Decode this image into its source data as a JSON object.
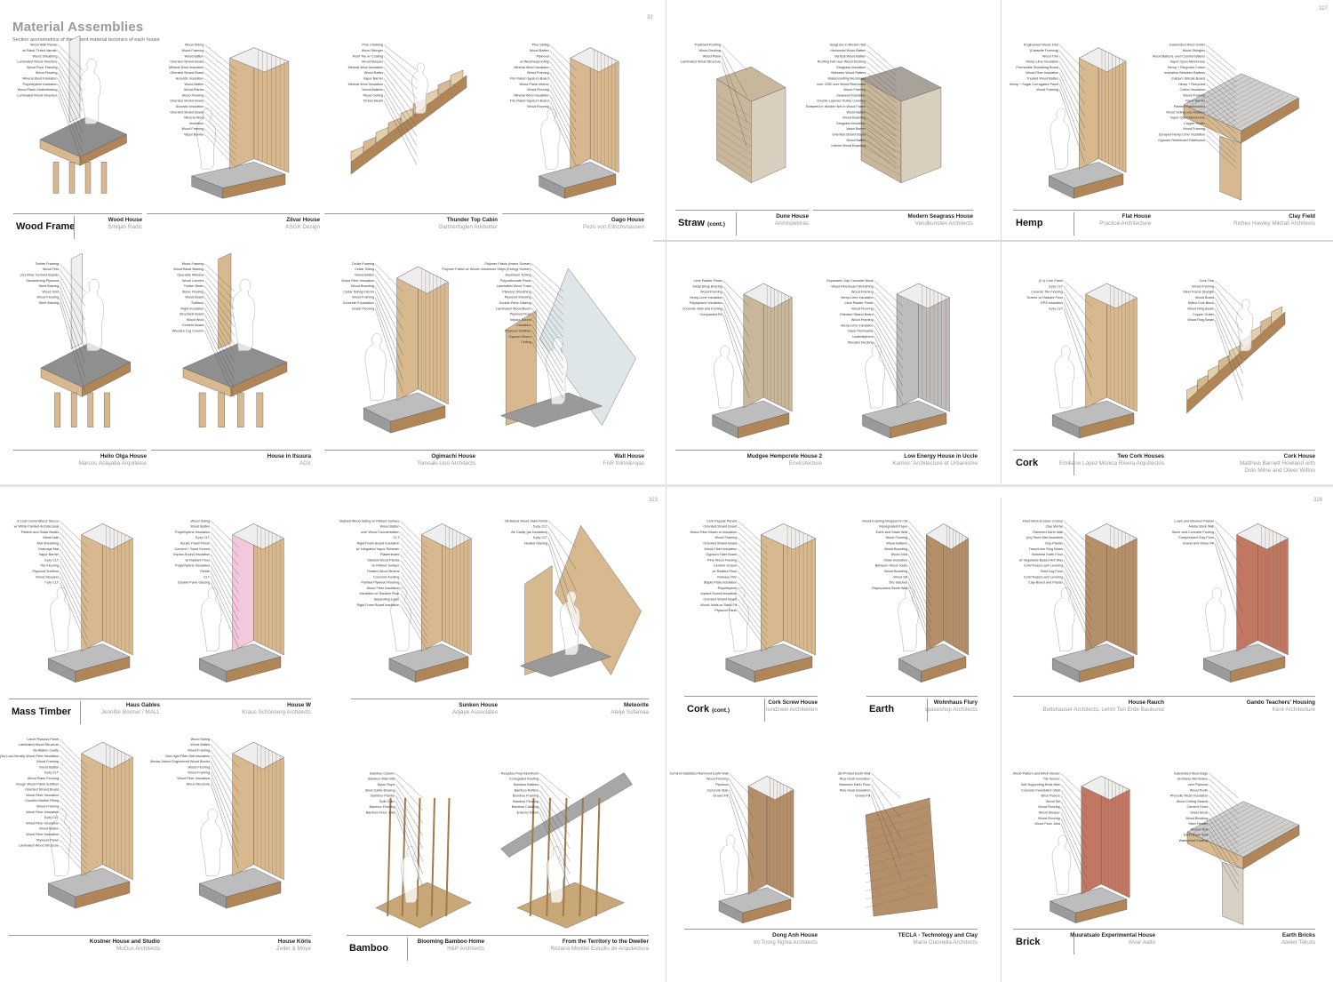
{
  "header": {
    "title": "Material Assemblies",
    "subtitle": "Section axonometrics of the salient material tectonics of each house"
  },
  "page_numbers": {
    "p1": "32",
    "p2": "327",
    "p3": "323",
    "p4": "328"
  },
  "materials": {
    "wood_frame": {
      "name": "Wood Frame",
      "suffix": ""
    },
    "straw": {
      "name": "Straw",
      "suffix": "(cont.)"
    },
    "hemp": {
      "name": "Hemp",
      "suffix": ""
    },
    "cork": {
      "name": "Cork",
      "suffix": ""
    },
    "mass_timber": {
      "name": "Mass Timber",
      "suffix": ""
    },
    "cork_cont": {
      "name": "Cork",
      "suffix": "(cont.)"
    },
    "earth": {
      "name": "Earth",
      "suffix": ""
    },
    "bamboo": {
      "name": "Bamboo",
      "suffix": ""
    },
    "brick": {
      "name": "Brick",
      "suffix": ""
    }
  },
  "projects": [
    {
      "id": "p01",
      "name": "Wood House",
      "architect": "Smiljan Radic",
      "labels": [
        "Wood Wall Planks",
        "w/ Black Tinted Varnish",
        "Wood Sheathing",
        "Laminated Wood Structure",
        "Wood Floor Framing",
        "Wood Flooring",
        "Mineral Wool Insulation",
        "Polyethylene Insulation",
        "Wood Plank Underdecking",
        "Laminated Wood Structure"
      ]
    },
    {
      "id": "p02",
      "name": "Zilvar House",
      "architect": "ASGK Design",
      "labels": [
        "Wood Siding",
        "Wood Framing",
        "Wood Batten",
        "Oriented Strand Board",
        "Mineral Wool Insulation",
        "Oriented Strand Board",
        "Acoustic Insulation",
        "Wood Batten",
        "Wood Planks",
        "Wood Flooring",
        "Oriented Strand Board",
        "Acoustic Insulation",
        "Oriented Strand Board",
        "Mineral Wool",
        "Insulation",
        "Wood Framing",
        "Vapor Barrier"
      ]
    },
    {
      "id": "p03",
      "name": "Thunder Top Cabin",
      "architect": "Gartnerfuglen Arkitekter",
      "labels": [
        "Pine Cladding",
        "Wood Stringer",
        "Roof Tile w/ Coating",
        "Wood Sleeper",
        "Mineral Wool Insulation",
        "Wood Rafter",
        "Vapor Barrier",
        "Mineral Wool Insulation",
        "Wood Battens",
        "Wood Ceiling",
        "Timber Beam"
      ]
    },
    {
      "id": "p04",
      "name": "Gago House",
      "architect": "Pezo von Ellrichshausen",
      "labels": [
        "Pine Siding",
        "Wood Batten",
        "Plywood",
        "w/ Weatherproofing",
        "Mineral Wool Insulation",
        "Wood Framing",
        "Fire Rated Gypsum Board",
        "Wood Plank Interior",
        "Wood Flooring",
        "Mineral Wool Insulation",
        "Fire Rated Gypsum Board",
        "Wood Flooring"
      ]
    },
    {
      "id": "p05",
      "name": "Dune House",
      "architect": "Archispektras",
      "labels": [
        "Thatched Roofing",
        "Wood Decking",
        "Wood Plank",
        "Laminated Wood Structure"
      ]
    },
    {
      "id": "p06",
      "name": "Modern Seagrass House",
      "architect": "Vandkunsten Architects",
      "labels": [
        "Seagrass in Woolen Net",
        "Horizontal Wood Batten",
        "Vertical Wood Batten",
        "Roofing Felt over Wood Decking",
        "Seagrass Insulation",
        "Between Wood Rafters",
        "Waterproofing Membrane",
        "over OSB over Wood Fiberboard",
        "Wood Framing",
        "Seaweed Insulation",
        "Double-Layered Textile Covering",
        "Seaweed in Woolen Net in Wood Frame",
        "Wood Batten",
        "Wood Boarding",
        "Seagrass Insulation",
        "Vapor Barrier",
        "Oriented Strand Board",
        "Wood Batten",
        "Interior Wood Boarding"
      ]
    },
    {
      "id": "p07",
      "name": "Flat House",
      "architect": "Practice Architecture",
      "labels": [
        "Engineered Wood Joist",
        "(Cassette Framing)",
        "Wood Trim",
        "Hemp-Lime Insulation",
        "Permeable Sheathing Board",
        "Wood Fiber Insulation",
        "Treated Wood Batten",
        "Hemp + Sugar Corrugated Panel",
        "Wood Framing"
      ]
    },
    {
      "id": "p08",
      "name": "Clay Field",
      "architect": "Riches Hawley Mikhail Architects",
      "labels": [
        "Galvanized Steel Gutter",
        "Wood Shingles",
        "Wood Battens over Counterbattens",
        "Vapor Open Membrane",
        "Hemp + Recycled Cotton",
        "Insulation Between Battens",
        "Calcium Silicate Board",
        "Hemp + Recycled",
        "Cotton Insulation",
        "Wood Framing",
        "Vapor Barrier",
        "Painted Plasterboard",
        "Wood Siding over Battens",
        "Vapor Open Membrane",
        "Copper Gutter",
        "Wood Framing",
        "Sprayed Hemp-Lime Insulation",
        "Gypsum Reinforced Fiberboard"
      ]
    },
    {
      "id": "p09",
      "name": "Helio Olga House",
      "architect": "Marcos Acayaba Arquitetos",
      "labels": [
        "Timber Framing",
        "Wood Trim",
        "(3x) Fiber Cement Boards",
        "Sandwiching Plywood",
        "Steel Bracing",
        "Wood Joist",
        "Wood Flooring",
        "Steel Bracing"
      ]
    },
    {
      "id": "p10",
      "name": "House in Itsuura",
      "architect": "ADX",
      "labels": [
        "Wood Framing",
        "Wood Block Bracing",
        "Operable Window",
        "Wood Louvers",
        "Timber Beam",
        "Stone Flooring",
        "Wood Board",
        "Subfloor",
        "Rigid Insulation",
        "Structural Board",
        "Wood Wool",
        "Cement Board",
        "Wooden Log Column"
      ]
    },
    {
      "id": "p11",
      "name": "Ogimachi House",
      "architect": "Tomoaki Uno Architects",
      "labels": [
        "Cedar Framing",
        "Cedar Siding",
        "Wood Batten",
        "Wood Fiber Insulation",
        "Wood Boarding",
        "Cedar Siding Interior",
        "Wood Framing",
        "Concrete Foundation",
        "Cedar Flooring"
      ]
    },
    {
      "id": "p12",
      "name": "Wall House",
      "architect": "FAR frohn&rojas",
      "labels": [
        "Polymer Fabric (Insect Screen)",
        "Polymer Fabric w/ Woven Aluminum Strips (Energy Screen)",
        "Aluminum Tubing",
        "Polycarbonate Panel",
        "Laminated Wood Truss",
        "Plywood Sheathing",
        "Plywood Shelving",
        "Double-Pane Glazing",
        "Laminated Wood Beam",
        "Plywood Floor",
        "Impact-Sound",
        "Insulation",
        "Plywood Subfloor",
        "Gypsum Board",
        "Ceiling"
      ]
    },
    {
      "id": "p13",
      "name": "Mudgee Hempcrete House 2",
      "architect": "Envirotecture",
      "labels": [
        "Lime Plaster Finish",
        "Metal Strap Bracing",
        "Wood Framing",
        "Hemp-Lime Insulation",
        "Polystyrene Insulation",
        "Concrete Slab and Footing",
        "Compacted Fill"
      ]
    },
    {
      "id": "p14",
      "name": "Low Energy House in Uccle",
      "architect": "Karbon' Architecture et Urbanisme",
      "labels": [
        "Expanded Clay Concrete Block",
        "Wood Fiberboard Sheathing",
        "Wood Framing",
        "Hemp-Lime Insulation",
        "Lime Plaster Finish",
        "Wood Flooring",
        "Oriented Strand Board",
        "Wood Framing",
        "Hemp-Lime Insulation",
        "Vapor Permeable",
        "Underlayment",
        "Wooden Decking"
      ]
    },
    {
      "id": "p15",
      "name": "Two Cork Houses",
      "architect": "Emiliano López Mónica Rivera Arquitectos",
      "labels": [
        "(2 x) Cork Panel",
        "3-ply CLT",
        "Ceramic Tile Flooring",
        "Screed w/ Radiant Floor",
        "EPS Insulation",
        "3-ply CLT"
      ]
    },
    {
      "id": "p16",
      "name": "Cork House",
      "architect": "Matthew Barnett Howland with",
      "architect2": "Dido Milne and Oliver Wilton",
      "labels": [
        "Cork Trim",
        "Wood Framing",
        "Steel Frame Skylight",
        "Wood Board",
        "Milled Cork Block",
        "Wood Ring Beam",
        "Copper Gutter",
        "Wood Ring Beam"
      ]
    },
    {
      "id": "p17",
      "name": "Haus Gables",
      "architect": "Jennifer Bonner / MALL",
      "labels": [
        "3 Coat Cementitious Stucco",
        "w/ White Painted Architectural",
        "Pattern and Glass Beads",
        "Metal Lath",
        "Mat Sheathing",
        "Drainage Mat",
        "Vapor Barrier",
        "3-ply CLT",
        "Tile Flooring",
        "Plywood Subfloor",
        "Wood Sleepers",
        "7-ply CLT"
      ]
    },
    {
      "id": "p18",
      "name": "House W",
      "architect": "Kraus Schönberg Architects",
      "labels": [
        "Wood Siding",
        "Wood Batten",
        "Polyethylene Insulation",
        "5-ply CLT",
        "Acrylic Panel Finish",
        "Cement + Sand Screed",
        "Impact-Sound Insulation",
        "w/ Radiant Floor",
        "Polyethylene Insulation",
        "Perlite",
        "CLT",
        "Double-Pane Glazing"
      ]
    },
    {
      "id": "p19",
      "name": "Sunken House",
      "architect": "Adjaye Associates",
      "labels": [
        "Stained Wood Siding w/ Ribbed Surface",
        "Wood Batten",
        "over Wood Counterbatten",
        "CLT",
        "Rigid Foam Board Insulation",
        "w/ Integrated Vapor Retarder",
        "Plasterboard",
        "Stained Wood Planks",
        "w/ Ribbed Surface",
        "Treated Wood Beams",
        "Concrete Footing",
        "Painted Plywood Flooring",
        "Wood Fiber Insulation",
        "Insulation w/ Radiant Floor",
        "Separating Layer",
        "Rigid Foam Board Insulation"
      ]
    },
    {
      "id": "p20",
      "name": "Meteorite",
      "architect": "Ateljé Sotamaa",
      "labels": [
        "Oil-Based Wood Stain Finish",
        "5-ply CLT",
        "Air Cavity (as insulation)",
        "5-ply CLT",
        "Heated Glazing"
      ]
    },
    {
      "id": "p21",
      "name": "Cork Screw House",
      "architect": "rundzwei Architekten",
      "labels": [
        "Cork Façade Panels",
        "Oriented Strand Board",
        "Wood-Fiber Blown-In Insulation",
        "Wood Framing",
        "Oriented Strand Board",
        "Wood-Fiber Insulation",
        "Gypsum Fiber Board",
        "Pine Wood Flooring",
        "Cement Screed",
        "w/ Radiant Floor",
        "Release Film",
        "Staple Plate Insulation",
        "Polyethylene",
        "Impact-Sound Insulation",
        "Oriented Strand Board",
        "Wood Joists w/ Sand Fill",
        "Plywood Panel"
      ]
    },
    {
      "id": "p22",
      "name": "Wohnhaus Flury",
      "architect": "spaceshop Architects",
      "labels": [
        "Wood Framing Wrapped in Oil",
        "Impregnated Paper",
        "Earth and Straw Wall",
        "Wood Flooring",
        "Wood Battens",
        "Wood Boarding",
        "Wood Joist",
        "Straw Insulation",
        "Between Wood Joists",
        "Wood Boarding",
        "Wood Sill",
        "Dry Stacked",
        "Repurposed Stone Wall"
      ]
    },
    {
      "id": "p23",
      "name": "House Rauch",
      "architect": "Boltshauser Architects, Lehm Ton Erde Baukunst",
      "labels": [
        "Fired Brick Erosion Course",
        "Clay Mortar",
        "Rammed Earth Wall",
        "(2x) Reed Mat Insulation",
        "Clay Plaster",
        "Trass/Lime Ring Beam",
        "Rammed Earth Floor",
        "w/ Vegetable-Based Hot Wax",
        "Cork/Trass/Loam Leveling",
        "Solid Lug Floor",
        "Cork/Trass/Loam Leveling",
        "Clay Board and Plaster"
      ]
    },
    {
      "id": "p24",
      "name": "Gando Teachers' Housing",
      "architect": "Kéré Architecture",
      "labels": [
        "Loam and Bitumen Plaster",
        "Adobe Brick Wall",
        "Stone and Concrete Footing",
        "Compressed Clay Floor",
        "Gravel and Stone Fill"
      ]
    },
    {
      "id": "p25",
      "name": "Kostner House and Studio",
      "architect": "MoDus Architects",
      "labels": [
        "Larch Plywood Panel",
        "Laminated Wood Structure",
        "Ventilation Cavity",
        "(3x) Low-Density Wood Fiber Insulation",
        "Wood Framing",
        "Wood Batten",
        "5-ply CLT",
        "Wood Plank Flooring",
        "Rough Wood Plank Subfloor",
        "Oriented Strand Board",
        "Wood Fiber Insulation",
        "Crushed Marble Filling",
        "Wood Framing",
        "Wood Fiber Insulation",
        "5-ply CLT",
        "Wood Fiber Insulation",
        "Wood Batten",
        "Wood Fiber Insulation",
        "Plywood Panel",
        "Laminated Wood Structure"
      ]
    },
    {
      "id": "p26",
      "name": "House Köris",
      "architect": "Zeller & Moye",
      "labels": [
        "Wood Siding",
        "Wood Batten",
        "Wood Framing",
        "Non-rigid Fiber Mat Insulation",
        "Mortar-Joined Engineered Wood Blocks",
        "Wood Flooring",
        "Wood Framing",
        "Wood Fiber Insulation",
        "Wood Structure"
      ]
    },
    {
      "id": "p27",
      "name": "Blooming Bamboo Home",
      "architect": "H&P Architects",
      "labels": [
        "Bamboo Column",
        "Bamboo Wall Infill",
        "Nylon Rope",
        "Steel Cable Bracing",
        "Bamboo Planter",
        "Split-Culm",
        "Bamboo Flooring",
        "Bamboo Floor Joist"
      ]
    },
    {
      "id": "p28",
      "name": "From the Territory to the Dweller",
      "architect": "Rozana Montiel Estudio de Arquitectura",
      "labels": [
        "Recycled Poly-Aluminum",
        "Corrugated Roofing",
        "Bamboo Battens",
        "Bamboo Rafters",
        "Bamboo Framing",
        "Bamboo Flooring",
        "Bamboo Cladding",
        "Exterior Finish"
      ]
    },
    {
      "id": "p29",
      "name": "Dong Anh House",
      "architect": "Vo Trong Nghia Architects",
      "labels": [
        "Cement-Stabilized Rammed Earth Wall",
        "Wood Flooring",
        "Plywood",
        "Concrete Slab",
        "Gravel Fill"
      ]
    },
    {
      "id": "p30",
      "name": "TECLA - Technology and Clay",
      "architect": "Mario Cucinella Architects",
      "labels": [
        "3D-Printed Earth Wall",
        "Rice Husk Insulation",
        "Rammed Earth Floor",
        "Rice Husk Insulation",
        "Gravel Fill"
      ]
    },
    {
      "id": "p31",
      "name": "Muuratsalo Experimental House",
      "architect": "Alvar Aalto",
      "labels": [
        "Wood Pattern and Brick Veneer",
        "Tile Veneer",
        "Self-Supporting Brick Wall",
        "Concrete Foundation Wall",
        "Brick Pavers",
        "Wood Sill",
        "Wood Flooring",
        "Wood Sleeper",
        "Wood Flooring",
        "Wood Floor Joist"
      ]
    },
    {
      "id": "p32",
      "name": "Earth Bricks",
      "architect": "Atelier Tekuto",
      "labels": [
        "Galvanized Steel Edge",
        "Urethane Membrane",
        "over Plywood",
        "Wood Purlin",
        "Phenolic Resin Insulation",
        "Wood Ceiling Boards",
        "Cement Grout",
        "Glass Block",
        "Wood Blocking",
        "Steel Header",
        "Anchor Bolt",
        "Earth Block Wall",
        "Waterproof Coating"
      ]
    }
  ],
  "colors": {
    "wood": "#d8b88f",
    "wood_dark": "#b08658",
    "straw": "#c9b79b",
    "earth": "#b58f6a",
    "brick": "#c27763",
    "concrete": "#bdbdbd",
    "insulation": "#e9e2cf",
    "pink": "#f4c8dc",
    "glass": "#dfe6ea"
  }
}
